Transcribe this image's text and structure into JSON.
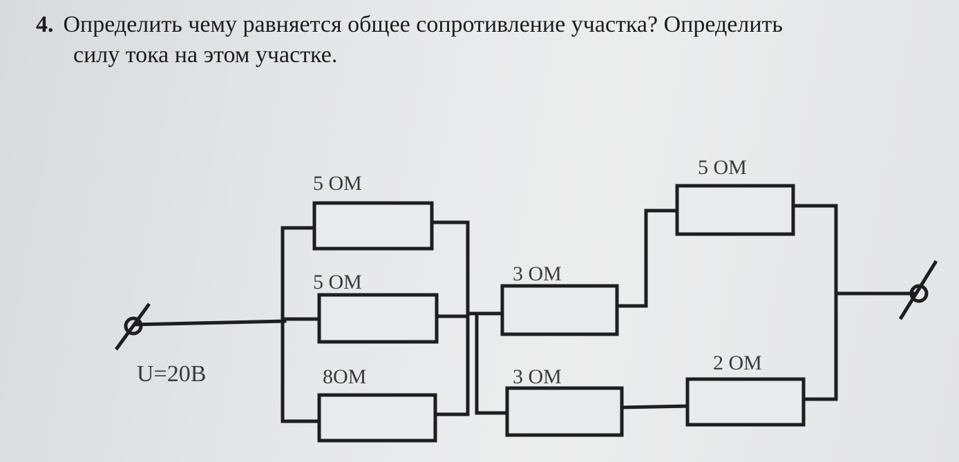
{
  "problem": {
    "number": "4.",
    "line1": "Определить чему равняется общее сопротивление участка? Определить",
    "line2": "силу тока на этом участке."
  },
  "circuit": {
    "voltage_label": "U=20В",
    "resistors": [
      {
        "label": "5 ОМ"
      },
      {
        "label": "5 ОМ"
      },
      {
        "label": "8ОМ"
      },
      {
        "label": "3 ОМ"
      },
      {
        "label": "3 ОМ"
      },
      {
        "label": "5 ОМ"
      },
      {
        "label": "2 ОМ"
      }
    ]
  }
}
